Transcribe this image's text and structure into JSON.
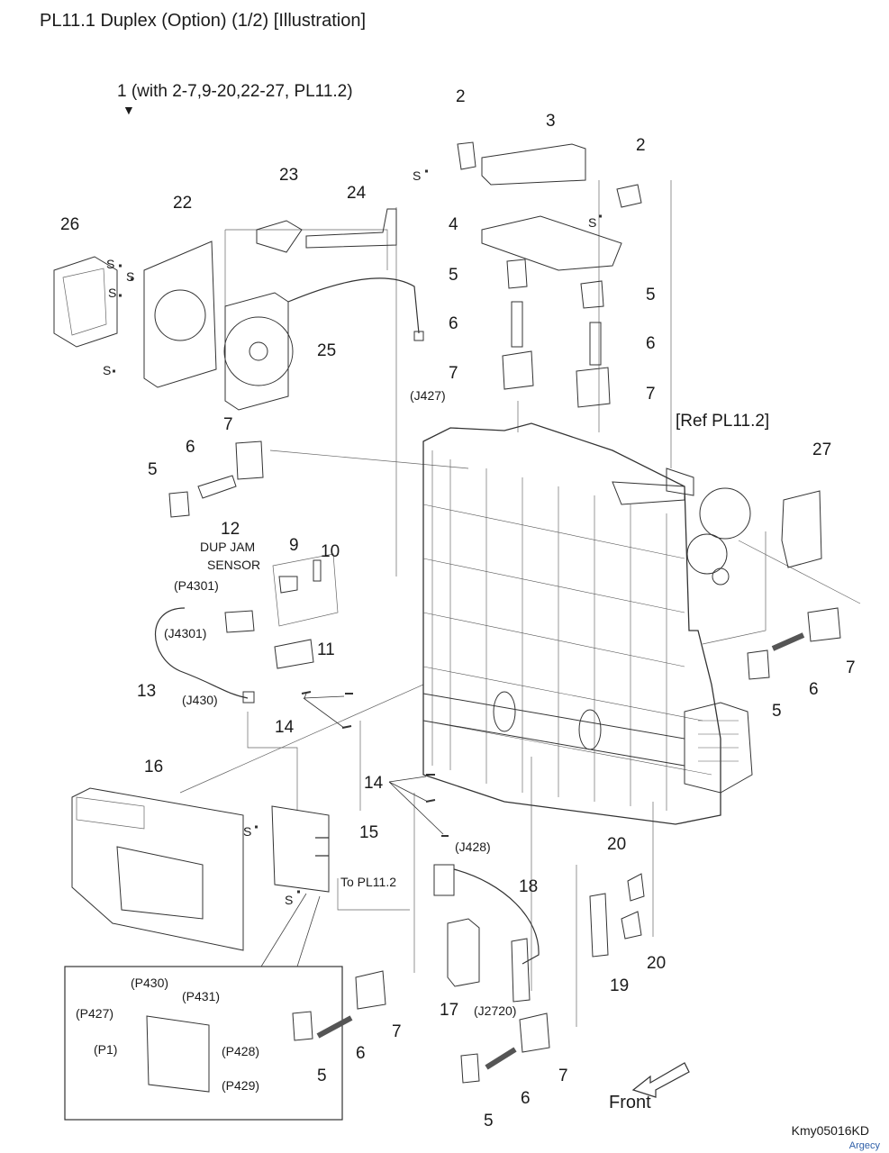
{
  "title": "PL11.1 Duplex (Option) (1/2)  [Illustration]",
  "assembly_note": "1 (with 2-7,9-20,22-27, PL11.2)",
  "ref_note": "[Ref PL11.2]",
  "sensor_name": [
    "DUP JAM",
    "SENSOR"
  ],
  "to_note": "To PL11.2",
  "front_label": "Front",
  "screw_label": "S",
  "diagram_code": "Kmy05016KD",
  "watermark": "Argecy",
  "callouts": [
    "2",
    "3",
    "2",
    "23",
    "24",
    "22",
    "26",
    "4",
    "5",
    "5",
    "6",
    "6",
    "25",
    "7",
    "7",
    "7",
    "6",
    "5",
    "12",
    "9",
    "10",
    "11",
    "13",
    "14",
    "14",
    "27",
    "7",
    "6",
    "5",
    "16",
    "15",
    "20",
    "18",
    "20",
    "19",
    "17",
    "7",
    "6",
    "5",
    "7",
    "6",
    "5"
  ],
  "connectors": [
    "(J427)",
    "(P4301)",
    "(J4301)",
    "(J430)",
    "(J428)",
    "(J2720)"
  ],
  "board_connectors": [
    "(P430)",
    "(P431)",
    "(P427)",
    "(P1)",
    "(P428)",
    "(P429)"
  ]
}
